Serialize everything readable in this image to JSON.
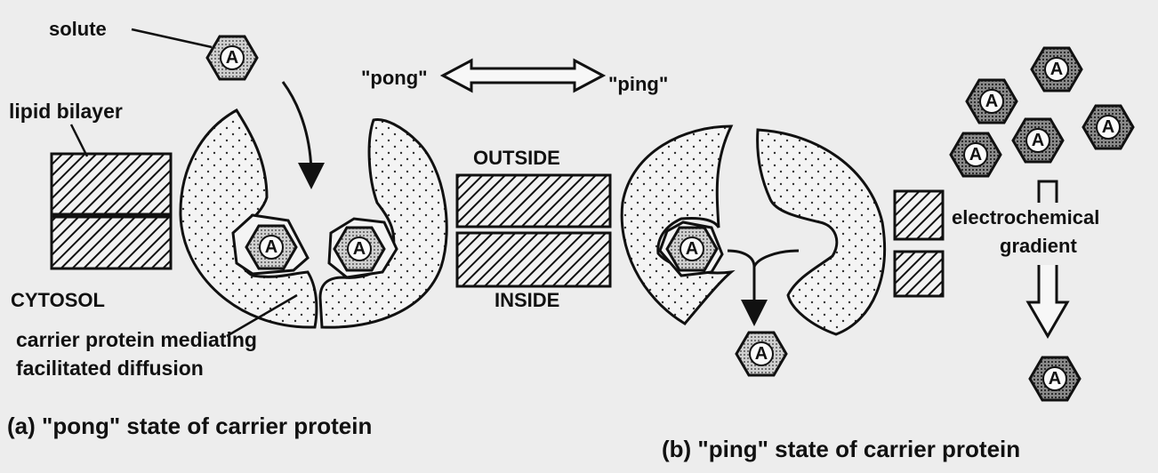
{
  "labels": {
    "solute": "solute",
    "lipid_bilayer": "lipid bilayer",
    "pong_quoted": "\"pong\"",
    "ping_quoted": "\"ping\"",
    "outside": "OUTSIDE",
    "inside": "INSIDE",
    "cytosol": "CYTOSOL",
    "carrier_line1": "carrier protein mediating",
    "carrier_line2": "facilitated diffusion",
    "gradient_line1": "electrochemical",
    "gradient_line2": "gradient",
    "caption_a": "(a) \"pong\" state of carrier protein",
    "caption_b": "(b) \"ping\"  state of carrier protein"
  },
  "molecule_letter": "A",
  "colors": {
    "background": "#ededed",
    "ink": "#111111",
    "protein_fill": "#f4f4f4",
    "molecule_fill": "#cfcfcf",
    "molecule_fill_dark": "#8a8a8a"
  }
}
